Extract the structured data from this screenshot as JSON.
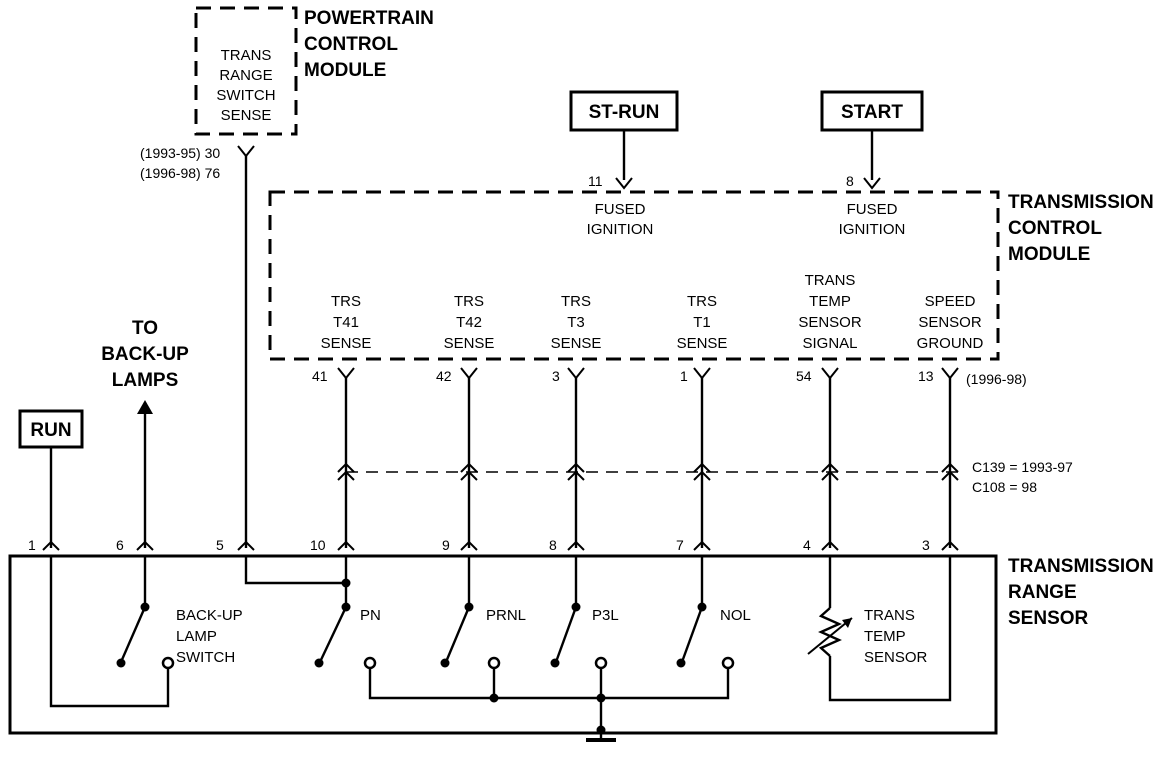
{
  "pcm": {
    "title": [
      "POWERTRAIN",
      "CONTROL",
      "MODULE"
    ],
    "signal": [
      "TRANS",
      "RANGE",
      "SWITCH",
      "SENSE"
    ],
    "pin_lines": [
      "(1993-95) 30",
      "(1996-98) 76"
    ]
  },
  "power_sources": {
    "st_run": "ST-RUN",
    "start": "START",
    "run": "RUN"
  },
  "back_up_lamps": [
    "TO",
    "BACK-UP",
    "LAMPS"
  ],
  "tcm": {
    "title": [
      "TRANSMISSION",
      "CONTROL",
      "MODULE"
    ],
    "fused_ignition_1": {
      "pin": "11",
      "label": [
        "FUSED",
        "IGNITION"
      ]
    },
    "fused_ignition_2": {
      "pin": "8",
      "label": [
        "FUSED",
        "IGNITION"
      ]
    },
    "terminals": [
      {
        "pin": "41",
        "label": [
          "TRS",
          "T41",
          "SENSE"
        ]
      },
      {
        "pin": "42",
        "label": [
          "TRS",
          "T42",
          "SENSE"
        ]
      },
      {
        "pin": "3",
        "label": [
          "TRS",
          "T3",
          "SENSE"
        ]
      },
      {
        "pin": "1",
        "label": [
          "TRS",
          "T1",
          "SENSE"
        ]
      },
      {
        "pin": "54",
        "label": [
          "TRANS",
          "TEMP",
          "SENSOR",
          "SIGNAL"
        ]
      },
      {
        "pin": "13",
        "label": [
          "SPEED",
          "SENSOR",
          "GROUND"
        ]
      }
    ],
    "pin13_note": "(1996-98)"
  },
  "connector": [
    "C139 = 1993-97",
    "C108 = 98"
  ],
  "trs": {
    "title": [
      "TRANSMISSION",
      "RANGE",
      "SENSOR"
    ],
    "pins": [
      "1",
      "6",
      "5",
      "10",
      "9",
      "8",
      "7",
      "4",
      "3"
    ],
    "switches": {
      "backup": [
        "BACK-UP",
        "LAMP",
        "SWITCH"
      ],
      "pn": "PN",
      "prnl": "PRNL",
      "p3l": "P3L",
      "nol": "NOL"
    },
    "temp_sensor": [
      "TRANS",
      "TEMP",
      "SENSOR"
    ]
  }
}
